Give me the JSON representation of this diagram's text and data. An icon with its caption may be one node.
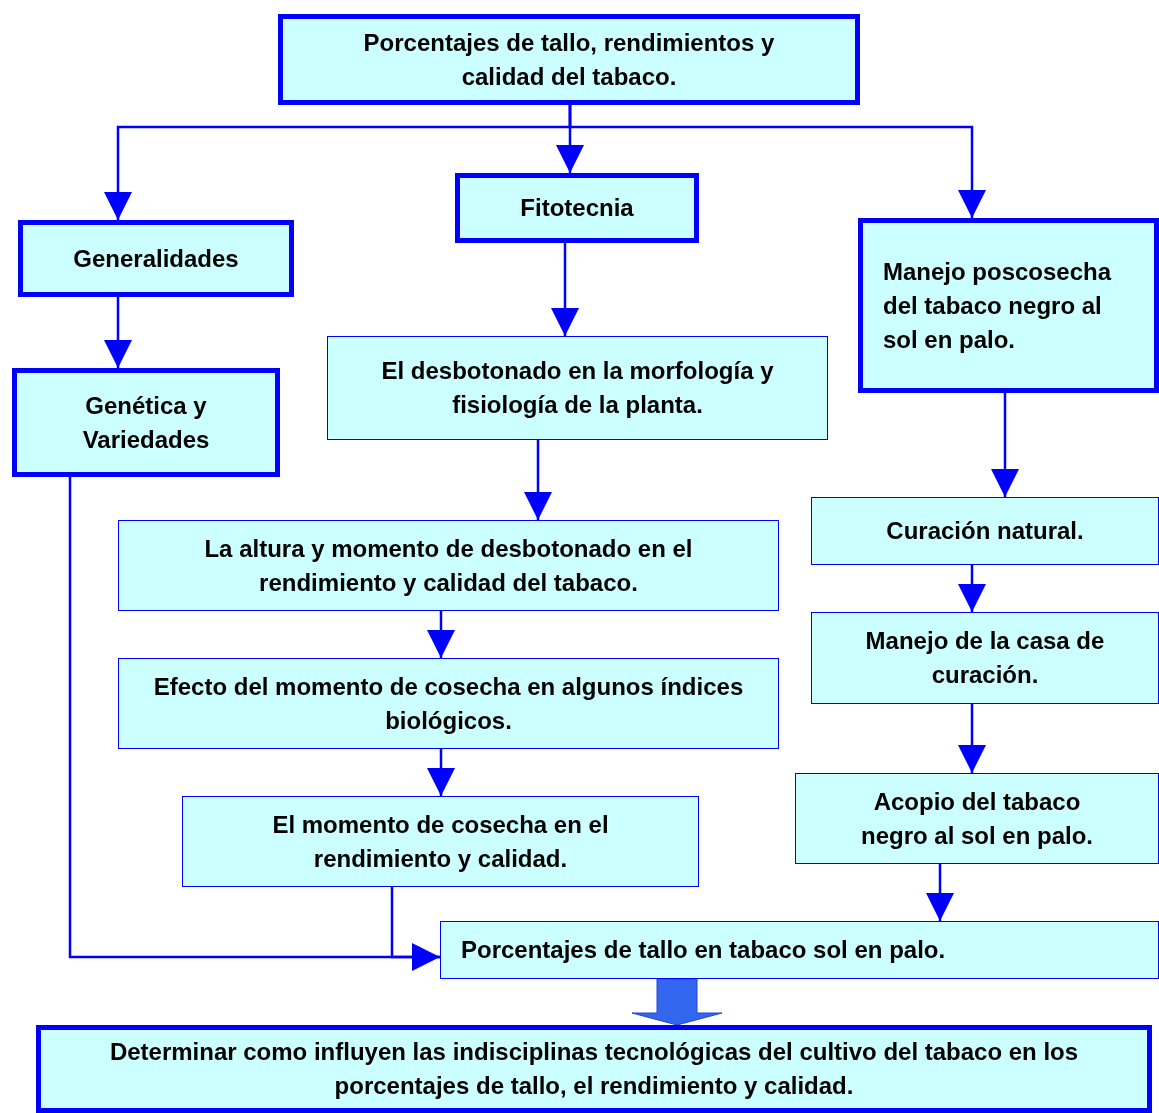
{
  "diagram": {
    "nodes": [
      {
        "text": [
          "Porcentajes de tallo, rendimientos y calidad del tabaco."
        ]
      },
      {
        "text": [
          "Generalidades"
        ]
      },
      {
        "text": [
          "Fitotecnia"
        ]
      },
      {
        "text": [
          "Manejo poscosecha del tabaco negro al sol en palo."
        ]
      },
      {
        "text": [
          "Genética y Variedades"
        ]
      },
      {
        "text": [
          "El desbotonado en la morfología y fisiología de la planta."
        ]
      },
      {
        "text": [
          "La altura y momento de desbotonado en el rendimiento y calidad del tabaco."
        ]
      },
      {
        "text": [
          "Efecto del momento de cosecha en algunos índices biológicos."
        ]
      },
      {
        "text": [
          "El momento de cosecha en el rendimiento y calidad."
        ]
      },
      {
        "text": [
          "Curación natural."
        ]
      },
      {
        "text": [
          "Manejo de la casa de curación."
        ]
      },
      {
        "text": [
          "Acopio del tabaco negro al sol en palo."
        ]
      },
      {
        "text": [
          "Porcentajes de tallo en tabaco sol en palo."
        ]
      },
      {
        "text": [
          "Determinar como influyen las indisciplinas tecnológicas del cultivo del tabaco en los porcentajes de tallo, el rendimiento y calidad."
        ]
      }
    ],
    "edges": [
      {
        "from": 0,
        "to": 1,
        "arrow": "to"
      },
      {
        "from": 0,
        "to": 2,
        "arrow": "to"
      },
      {
        "from": 0,
        "to": 3,
        "arrow": "to"
      },
      {
        "from": 1,
        "to": 4,
        "arrow": "to"
      },
      {
        "from": 2,
        "to": 5,
        "arrow": "to"
      },
      {
        "from": 5,
        "to": 6,
        "arrow": "to"
      },
      {
        "from": 6,
        "to": 7,
        "arrow": "to"
      },
      {
        "from": 7,
        "to": 8,
        "arrow": "to"
      },
      {
        "from": 8,
        "to": 12,
        "arrow": "to"
      },
      {
        "from": 4,
        "to": 12,
        "arrow": "none"
      },
      {
        "from": 3,
        "to": 9,
        "arrow": "to"
      },
      {
        "from": 9,
        "to": 10,
        "arrow": "to"
      },
      {
        "from": 10,
        "to": 11,
        "arrow": "to"
      },
      {
        "from": 11,
        "to": 12,
        "arrow": "to"
      },
      {
        "from": 12,
        "to": 13,
        "arrow": "to",
        "style": "thick",
        "color": "#3366ee"
      }
    ]
  }
}
